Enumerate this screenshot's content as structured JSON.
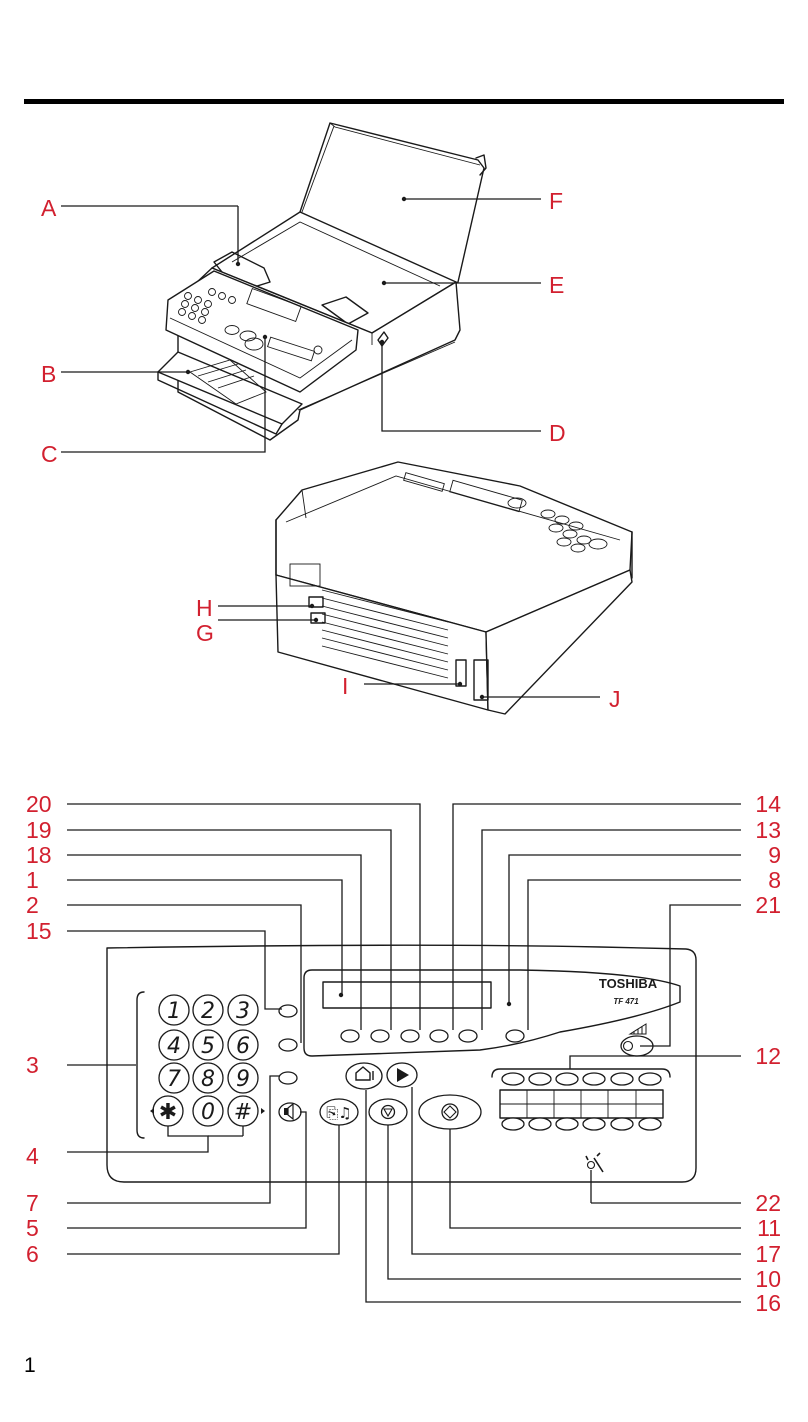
{
  "colors": {
    "callout": "#d2202f",
    "ink": "#1a1a1a",
    "rule": "#000000"
  },
  "page_number": "1",
  "figure1": {
    "callouts": {
      "A": "A",
      "B": "B",
      "C": "C",
      "D": "D",
      "E": "E",
      "F": "F"
    }
  },
  "figure2": {
    "callouts": {
      "G": "G",
      "H": "H",
      "I": "I",
      "J": "J"
    }
  },
  "panel": {
    "brand": "TOSHIBA",
    "model": "TF 471",
    "keypad": [
      "1",
      "2",
      "3",
      "4",
      "5",
      "6",
      "7",
      "8",
      "9",
      "✱",
      "0",
      "#"
    ],
    "icons": [
      "home-tel-icon",
      "play-icon",
      "speaker-icon",
      "copy-voice-icon",
      "stop-icon",
      "start-icon",
      "level-icon",
      "alarm-icon"
    ],
    "callouts": {
      "left": [
        "20",
        "19",
        "18",
        "1",
        "2",
        "15",
        "3",
        "4",
        "7",
        "5",
        "6"
      ],
      "right": [
        "14",
        "13",
        "9",
        "8",
        "21",
        "12",
        "22",
        "11",
        "17",
        "10",
        "16"
      ]
    }
  }
}
